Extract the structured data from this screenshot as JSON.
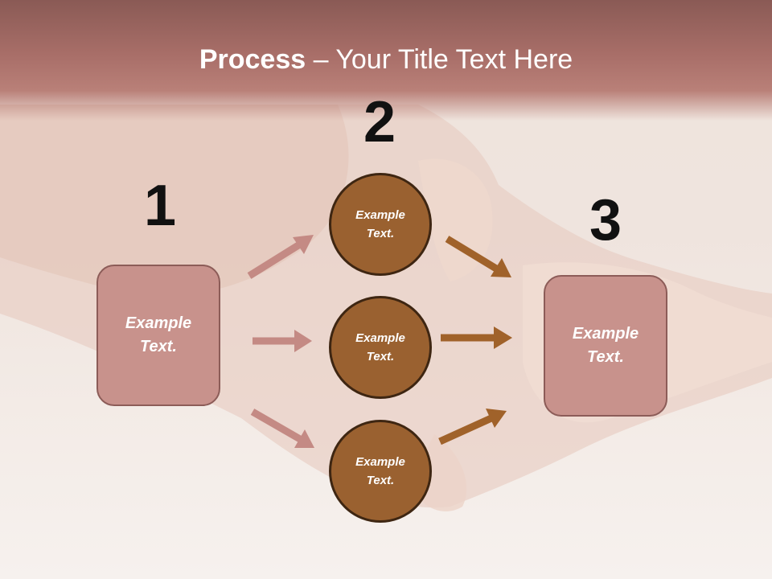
{
  "title": {
    "bold": "Process",
    "rest": " – Your Title Text Here"
  },
  "numbers": [
    "1",
    "2",
    "3"
  ],
  "left_box": {
    "text": "Example Text."
  },
  "circles": [
    {
      "text": "Example Text."
    },
    {
      "text": "Example Text."
    },
    {
      "text": "Example Text."
    }
  ],
  "right_box": {
    "text": "Example Text."
  },
  "colors": {
    "header": "#a86e68",
    "box_fill": "#c8928c",
    "box_border": "#8c5c58",
    "circle_fill": "#9a6130",
    "circle_border": "#3e2612",
    "arrow_left": "#c48a84",
    "arrow_right": "#a0622a"
  }
}
